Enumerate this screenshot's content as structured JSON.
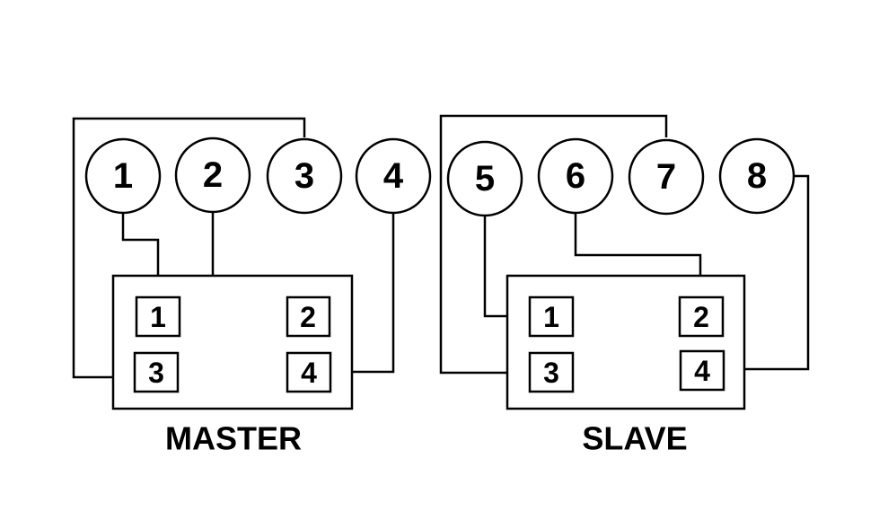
{
  "cylinders": [
    "1",
    "2",
    "3",
    "4",
    "5",
    "6",
    "7",
    "8"
  ],
  "master": {
    "label": "MASTER",
    "terminals": [
      "1",
      "2",
      "3",
      "4"
    ]
  },
  "slave": {
    "label": "SLAVE",
    "terminals": [
      "1",
      "2",
      "3",
      "4"
    ]
  },
  "connections": [
    {
      "cylinder": "1",
      "unit": "MASTER",
      "terminal": "1"
    },
    {
      "cylinder": "2",
      "unit": "MASTER",
      "terminal": "2"
    },
    {
      "cylinder": "3",
      "unit": "MASTER",
      "terminal": "3"
    },
    {
      "cylinder": "4",
      "unit": "MASTER",
      "terminal": "4"
    },
    {
      "cylinder": "5",
      "unit": "SLAVE",
      "terminal": "1"
    },
    {
      "cylinder": "6",
      "unit": "SLAVE",
      "terminal": "2"
    },
    {
      "cylinder": "7",
      "unit": "SLAVE",
      "terminal": "3"
    },
    {
      "cylinder": "8",
      "unit": "SLAVE",
      "terminal": "4"
    }
  ]
}
